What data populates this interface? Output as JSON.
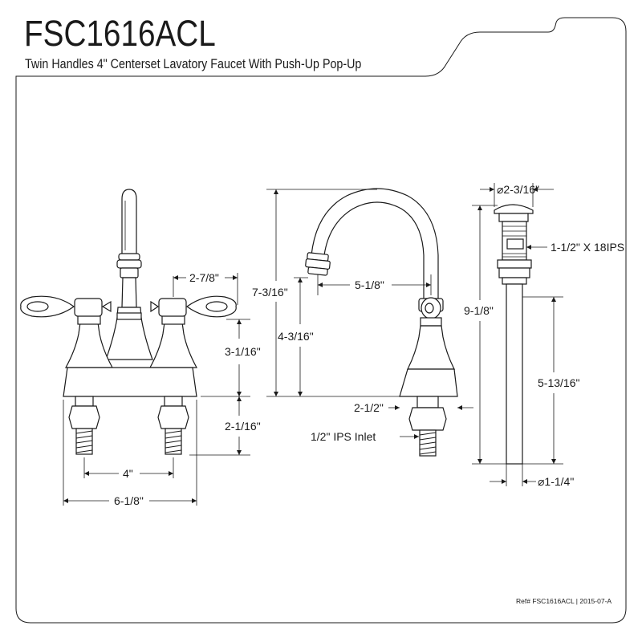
{
  "drawing": {
    "model": "FSC1616ACL",
    "description": "Twin Handles 4\" Centerset Lavatory Faucet With Push-Up Pop-Up",
    "reference": "Ref# FSC1616ACL | 2015-07-A"
  },
  "front_view": {
    "handle_spread": "2-7/8\"",
    "body_height": "3-1/16\"",
    "shank_length": "2-1/16\"",
    "centerset": "4\"",
    "overall_width": "6-1/8\""
  },
  "side_view": {
    "overall_height": "7-3/16\"",
    "spout_height": "4-3/16\"",
    "spout_reach": "5-1/8\"",
    "base_depth": "2-1/2\"",
    "inlet": "1/2\" IPS Inlet"
  },
  "drain_view": {
    "cap_diameter": "⌀2-3/16\"",
    "thread": "1-1/2\" X 18IPS",
    "overall_length": "9-1/8\"",
    "tailpiece_length": "5-13/16\"",
    "tube_diameter": "⌀1-1/4\""
  }
}
